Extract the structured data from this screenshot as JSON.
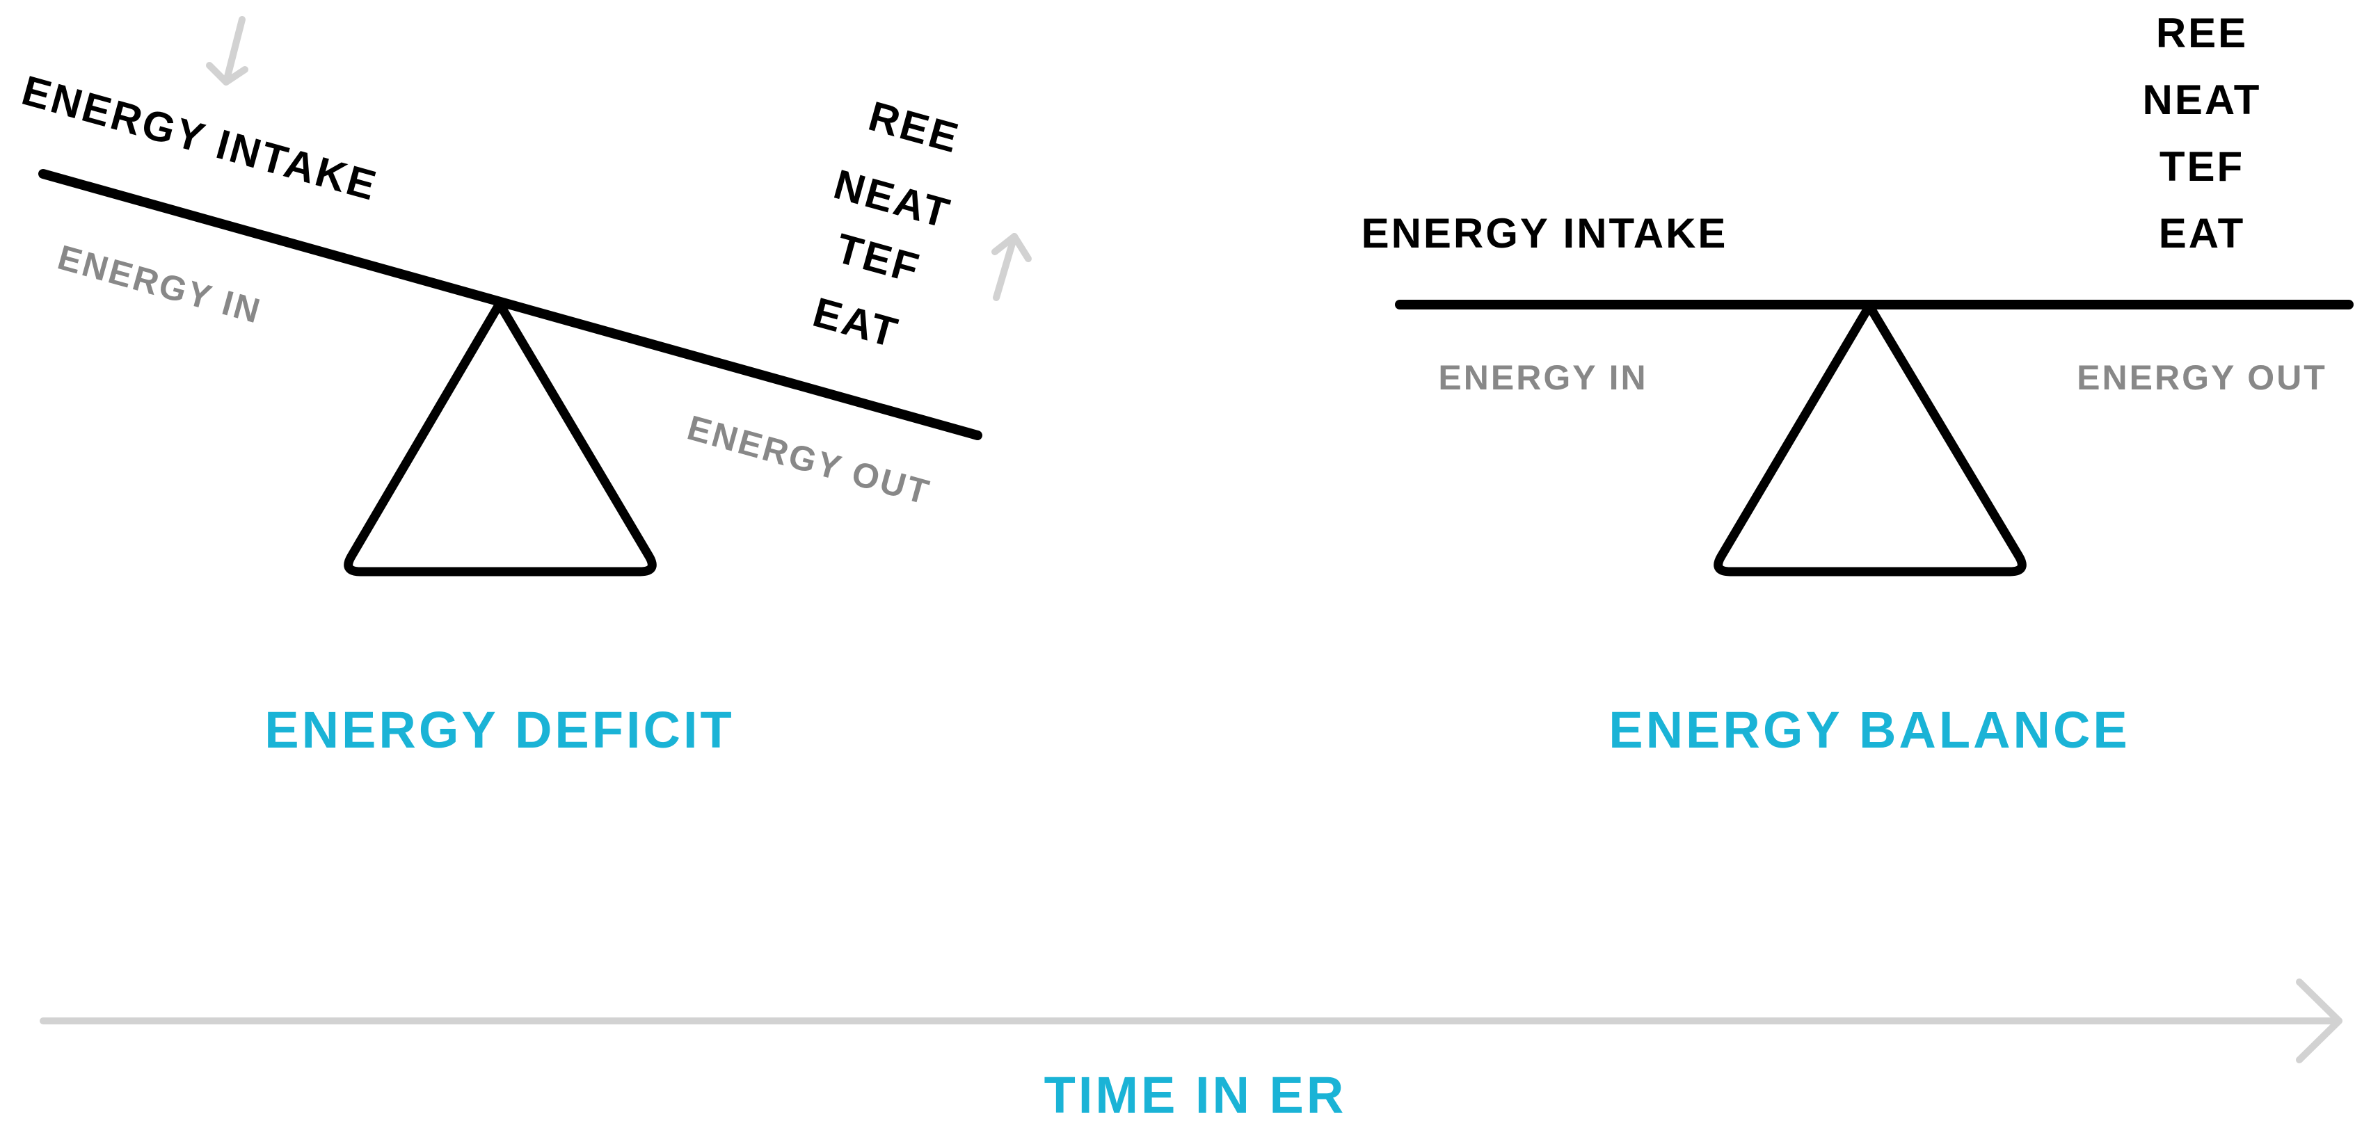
{
  "colors": {
    "accent": "#1ab3d6",
    "ink": "#000000",
    "muted": "#888888",
    "arrow": "#d2d2d2"
  },
  "deficit": {
    "intake_label": "ENERGY INTAKE",
    "in_label": "ENERGY IN",
    "out_label": "ENERGY OUT",
    "expenditure": [
      "REE",
      "NEAT",
      "TEF",
      "EAT"
    ],
    "caption": "ENERGY DEFICIT",
    "down_arrow_icon": "arrow-down-icon",
    "up_arrow_icon": "arrow-up-icon"
  },
  "balance": {
    "intake_label": "ENERGY INTAKE",
    "in_label": "ENERGY IN",
    "out_label": "ENERGY OUT",
    "expenditure": [
      "REE",
      "NEAT",
      "TEF",
      "EAT"
    ],
    "caption": "ENERGY BALANCE"
  },
  "timeline": {
    "label": "TIME IN ER",
    "arrow_icon": "arrow-right-icon"
  }
}
